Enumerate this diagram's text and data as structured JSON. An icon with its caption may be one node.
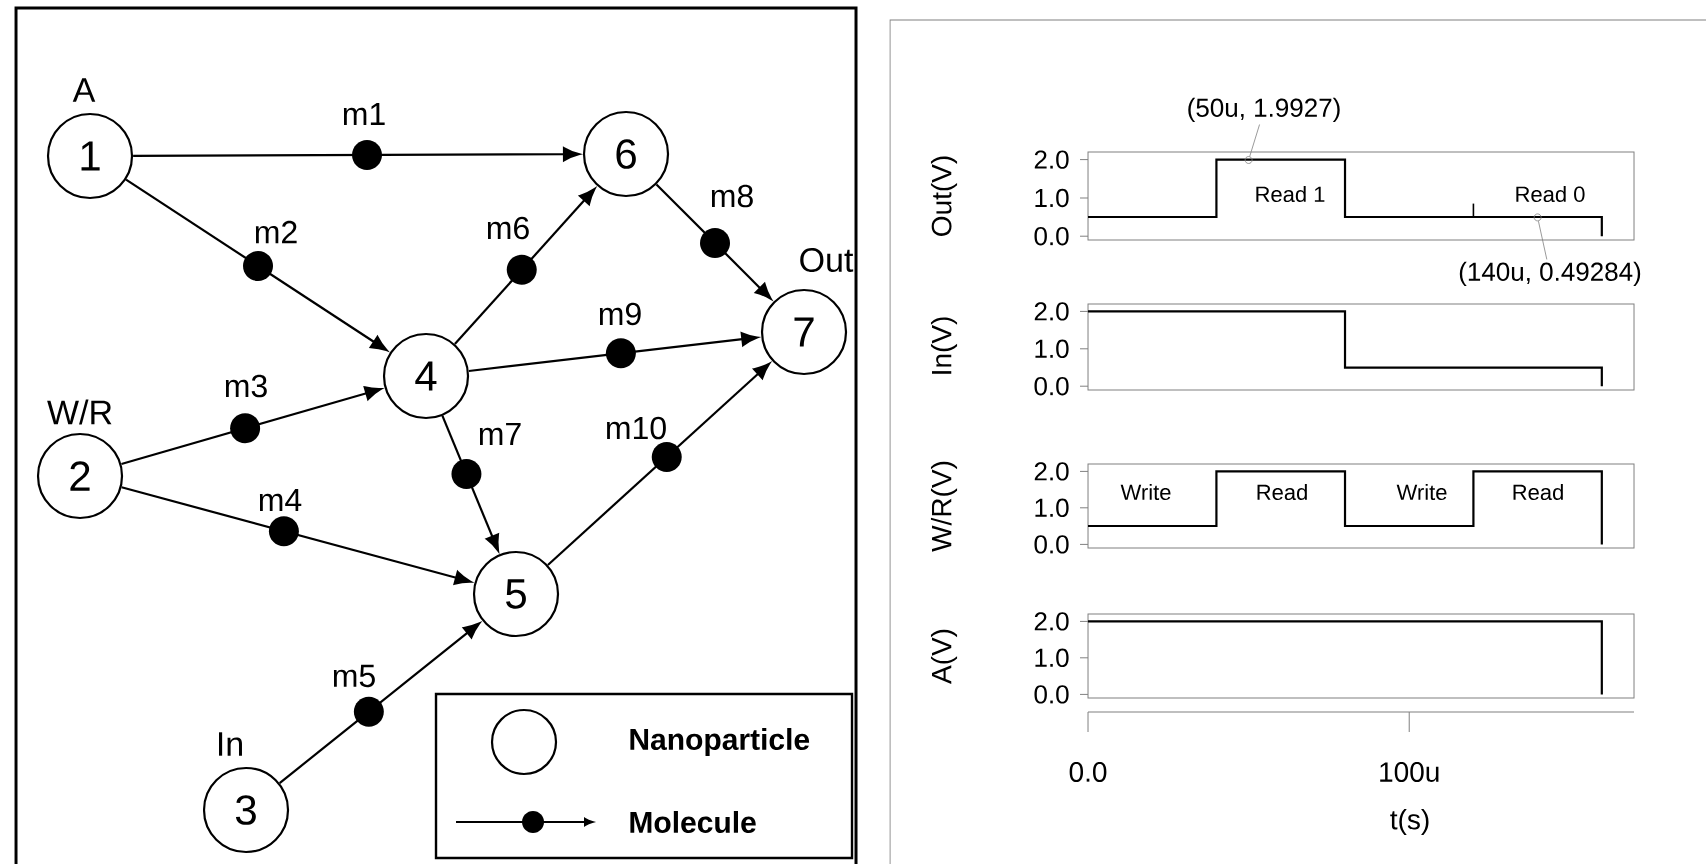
{
  "diagram": {
    "nodes": [
      {
        "text": [
          "1"
        ],
        "beside": [
          "A"
        ]
      },
      {
        "text": [
          "2"
        ],
        "beside": [
          "W/R"
        ]
      },
      {
        "text": [
          "3"
        ],
        "beside": [
          "In"
        ]
      },
      {
        "text": [
          "4"
        ]
      },
      {
        "text": [
          "5"
        ]
      },
      {
        "text": [
          "6"
        ]
      },
      {
        "text": [
          "7"
        ],
        "beside": [
          "Out"
        ]
      },
      {
        "text": [
          "(50u, 1.9927)"
        ]
      },
      {
        "text": [
          "(140u, 0.49284)"
        ]
      },
      {
        "text": [],
        "shape": "circle"
      },
      {
        "text": [],
        "shape": "circle"
      }
    ],
    "edges": [
      {
        "from": 0,
        "to": 5,
        "arrow": "to",
        "label": "m1"
      },
      {
        "from": 0,
        "to": 3,
        "arrow": "to",
        "label": "m2"
      },
      {
        "from": 1,
        "to": 3,
        "arrow": "to",
        "label": "m3"
      },
      {
        "from": 1,
        "to": 4,
        "arrow": "to",
        "label": "m4"
      },
      {
        "from": 2,
        "to": 4,
        "arrow": "to",
        "label": "m5"
      },
      {
        "from": 3,
        "to": 5,
        "arrow": "to",
        "label": "m6"
      },
      {
        "from": 3,
        "to": 4,
        "arrow": "to",
        "label": "m7"
      },
      {
        "from": 5,
        "to": 6,
        "arrow": "to",
        "label": "m8"
      },
      {
        "from": 3,
        "to": 6,
        "arrow": "to",
        "label": "m9"
      },
      {
        "from": 4,
        "to": 6,
        "arrow": "to",
        "label": "m10"
      },
      {
        "from": 7,
        "to": 9,
        "arrow": "none",
        "color": "#808080"
      },
      {
        "from": 8,
        "to": 10,
        "arrow": "none",
        "color": "#808080"
      }
    ],
    "labels": [
      "Out(V)",
      "2.0",
      "1.0",
      "0.0",
      "Read 1",
      "Read 0",
      "In(V)",
      "2.0",
      "1.0",
      "0.0",
      "W/R(V)",
      "2.0",
      "1.0",
      "0.0",
      "Write",
      "Read",
      "Write",
      "Read",
      "A(V)",
      "2.0",
      "1.0",
      "0.0",
      "0.0",
      "100u",
      "t(s)"
    ],
    "legend": [
      {
        "text": "Nanoparticle"
      },
      {
        "text": "Molecule"
      }
    ]
  }
}
